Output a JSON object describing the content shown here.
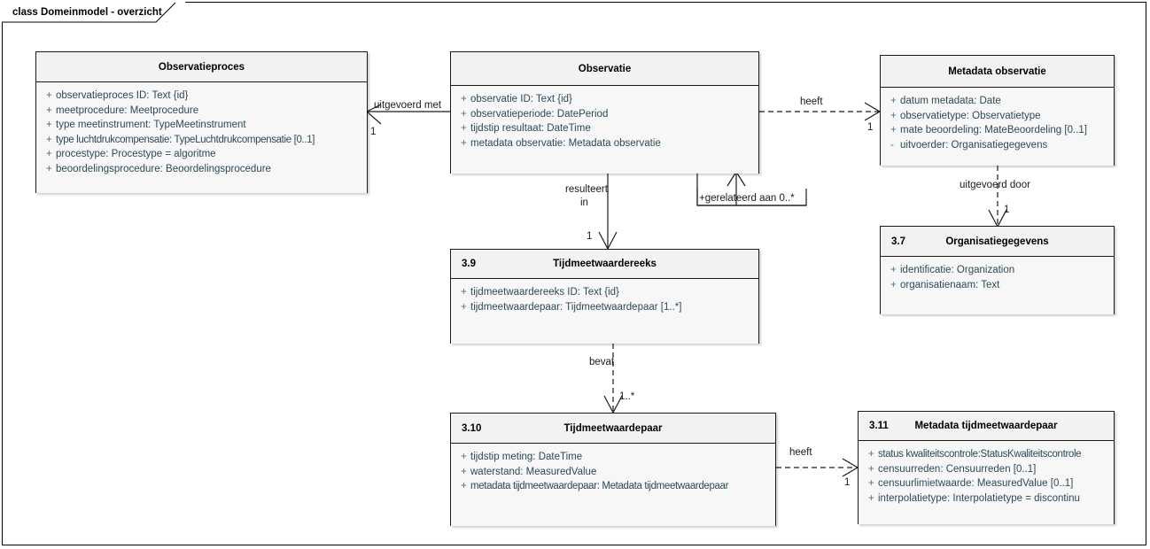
{
  "frame": {
    "label": "class Domeinmodel - overzicht"
  },
  "classes": [
    {
      "id": "observatieproces",
      "number": "",
      "name": "Observatieproces",
      "attributes": [
        {
          "visibility": "+",
          "text": "observatieproces ID: Text {id}"
        },
        {
          "visibility": "+",
          "text": "meetprocedure: Meetprocedure"
        },
        {
          "visibility": "+",
          "text": "type meetinstrument: TypeMeetinstrument"
        },
        {
          "visibility": "+",
          "text": "type luchtdrukcompensatie: TypeLuchtdrukcompensatie [0..1]"
        },
        {
          "visibility": "+",
          "text": "procestype: Procestype = algoritme"
        },
        {
          "visibility": "+",
          "text": "beoordelingsprocedure: Beoordelingsprocedure"
        }
      ]
    },
    {
      "id": "observatie",
      "number": "",
      "name": "Observatie",
      "attributes": [
        {
          "visibility": "+",
          "text": "observatie ID: Text {id}"
        },
        {
          "visibility": "+",
          "text": "observatieperiode: DatePeriod"
        },
        {
          "visibility": "+",
          "text": "tijdstip resultaat: DateTime"
        },
        {
          "visibility": "+",
          "text": "metadata observatie: Metadata observatie"
        }
      ]
    },
    {
      "id": "metadata-observatie",
      "number": "",
      "name": "Metadata observatie",
      "attributes": [
        {
          "visibility": "+",
          "text": "datum metadata: Date"
        },
        {
          "visibility": "+",
          "text": "observatietype: Observatietype"
        },
        {
          "visibility": "+",
          "text": "mate beoordeling: MateBeoordeling [0..1]"
        },
        {
          "visibility": "-",
          "text": "uitvoerder: Organisatiegegevens"
        }
      ]
    },
    {
      "id": "organisatiegegevens",
      "number": "3.7",
      "name": "Organisatiegegevens",
      "attributes": [
        {
          "visibility": "+",
          "text": "identificatie: Organization"
        },
        {
          "visibility": "+",
          "text": "organisatienaam: Text"
        }
      ]
    },
    {
      "id": "tijdmeetwaardereeks",
      "number": "3.9",
      "name": "Tijdmeetwaardereeks",
      "attributes": [
        {
          "visibility": "+",
          "text": "tijdmeetwaardereeks ID: Text {id}"
        },
        {
          "visibility": "+",
          "text": "tijdmeetwaardepaar: Tijdmeetwaardepaar [1..*]"
        }
      ]
    },
    {
      "id": "tijdmeetwaardepaar",
      "number": "3.10",
      "name": "Tijdmeetwaardepaar",
      "attributes": [
        {
          "visibility": "+",
          "text": "tijdstip meting: DateTime"
        },
        {
          "visibility": "+",
          "text": "waterstand: MeasuredValue"
        },
        {
          "visibility": "+",
          "text": "metadata tijdmeetwaardepaar: Metadata tijdmeetwaardepaar"
        }
      ]
    },
    {
      "id": "metadata-tijdmeetwaardepaar",
      "number": "3.11",
      "name": "Metadata tijdmeetwaardepaar",
      "attributes": [
        {
          "visibility": "+",
          "text": "status kwaliteitscontrole:StatusKwaliteitscontrole"
        },
        {
          "visibility": "+",
          "text": "censuurreden: Censuurreden [0..1]"
        },
        {
          "visibility": "+",
          "text": "censuurlimietwaarde: MeasuredValue [0..1]"
        },
        {
          "visibility": "+",
          "text": "interpolatietype: Interpolatietype = discontinu"
        }
      ]
    }
  ],
  "connectors": [
    {
      "id": "uitgevoerd-met",
      "label": "uitgevoerd met",
      "multiplicity": "1",
      "style": "solid"
    },
    {
      "id": "heeft-metadata-observatie",
      "label": "heeft",
      "multiplicity": "1",
      "style": "dashed"
    },
    {
      "id": "gerelateerd-aan",
      "label": "+gerelateerd aan 0..*",
      "multiplicity": "",
      "style": "solid"
    },
    {
      "id": "resulteert-in",
      "label_line1": "resulteert",
      "label_line2": "in",
      "multiplicity": "1",
      "style": "solid"
    },
    {
      "id": "uitgevoerd-door",
      "label": "uitgevoerd door",
      "multiplicity": "1",
      "style": "dashed"
    },
    {
      "id": "bevat",
      "label": "bevat",
      "multiplicity": "1..*",
      "style": "dashed"
    },
    {
      "id": "heeft-metadata-tijdmeetwaardepaar",
      "label": "heeft",
      "multiplicity": "1",
      "style": "dashed"
    }
  ],
  "colors": {
    "header_fill": "#f2f2f2",
    "body_fill": "#f7f7f7",
    "border": "#1a1a1a",
    "attribute_text": "#2c4a57",
    "title_text": "#000000"
  }
}
